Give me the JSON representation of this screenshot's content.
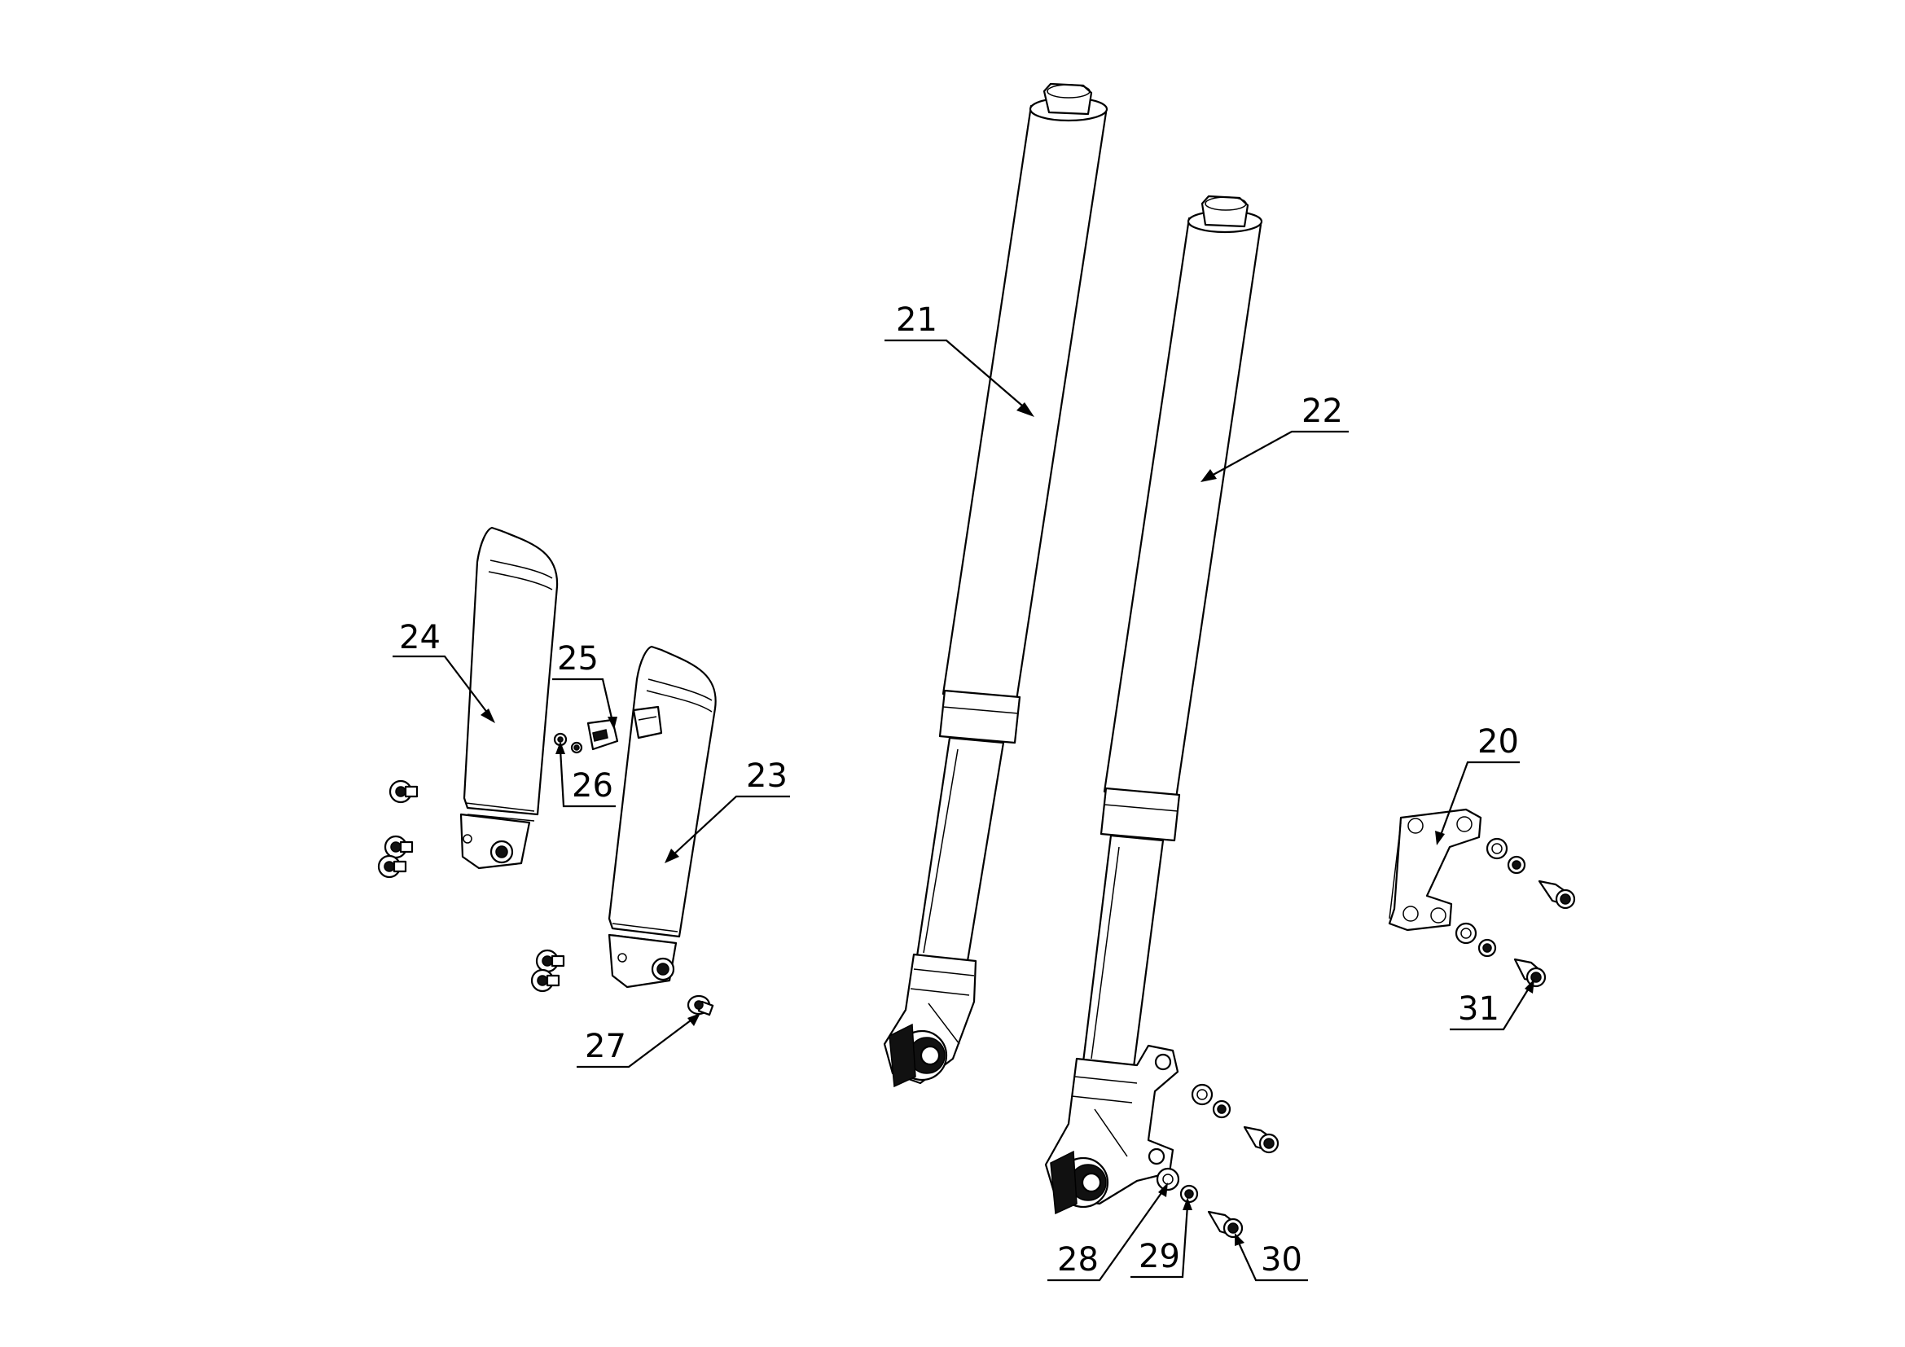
{
  "callouts": [
    {
      "id": "20",
      "label": "20"
    },
    {
      "id": "21",
      "label": "21"
    },
    {
      "id": "22",
      "label": "22"
    },
    {
      "id": "23",
      "label": "23"
    },
    {
      "id": "24",
      "label": "24"
    },
    {
      "id": "25",
      "label": "25"
    },
    {
      "id": "26",
      "label": "26"
    },
    {
      "id": "27",
      "label": "27"
    },
    {
      "id": "28",
      "label": "28"
    },
    {
      "id": "29",
      "label": "29"
    },
    {
      "id": "30",
      "label": "30"
    },
    {
      "id": "31",
      "label": "31"
    }
  ]
}
